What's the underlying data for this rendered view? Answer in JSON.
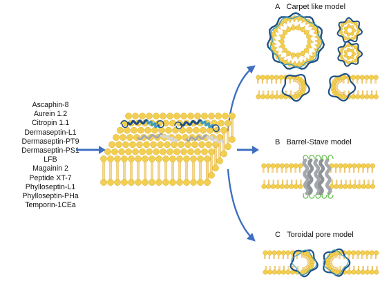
{
  "peptides": [
    "Ascaphin-8",
    "Aurein 1.2",
    "Citropin 1.1",
    "Dermaseptin-L1",
    "Dermaseptin-PT9",
    "Dermaseptin‐PS1",
    "LFB",
    "Magainin 2",
    "Peptide XT-7",
    "Phylloseptin-L1",
    "Phylloseptin-PHa",
    "Temporin-1CEa"
  ],
  "models": [
    {
      "letter": "A",
      "name": "Carpet like model"
    },
    {
      "letter": "B",
      "name": "Barrel-Stave model"
    },
    {
      "letter": "C",
      "name": "Toroidal pore model"
    }
  ],
  "colors": {
    "lipid_head": "#f2cf52",
    "lipid_head_edge": "#d9ab23",
    "lipid_tail": "#e8b640",
    "peptide_blue": "#1e4f84",
    "peptide_teal": "#3d9cc0",
    "peptide_gray": "#a5a8ad",
    "peptide_green": "#6bbf55",
    "arrow": "#3f6fc0"
  }
}
